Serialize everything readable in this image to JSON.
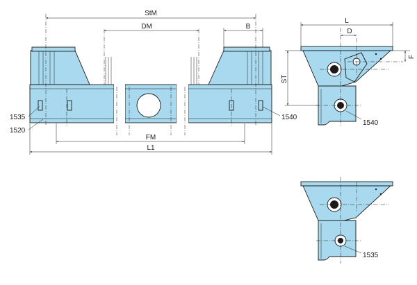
{
  "dimensions": {
    "stm": "StM",
    "dm": "DM",
    "b": "B",
    "fm": "FM",
    "l1": "L1",
    "l": "L",
    "d": "D",
    "f": "F",
    "st": "ST"
  },
  "parts": {
    "p1535_left": "1535",
    "p1520": "1520",
    "p1540_front": "1540",
    "p1540_side": "1540",
    "p1535_side": "1535"
  },
  "colors": {
    "fill": "#a9d9ee",
    "line": "#1a1a1a"
  }
}
